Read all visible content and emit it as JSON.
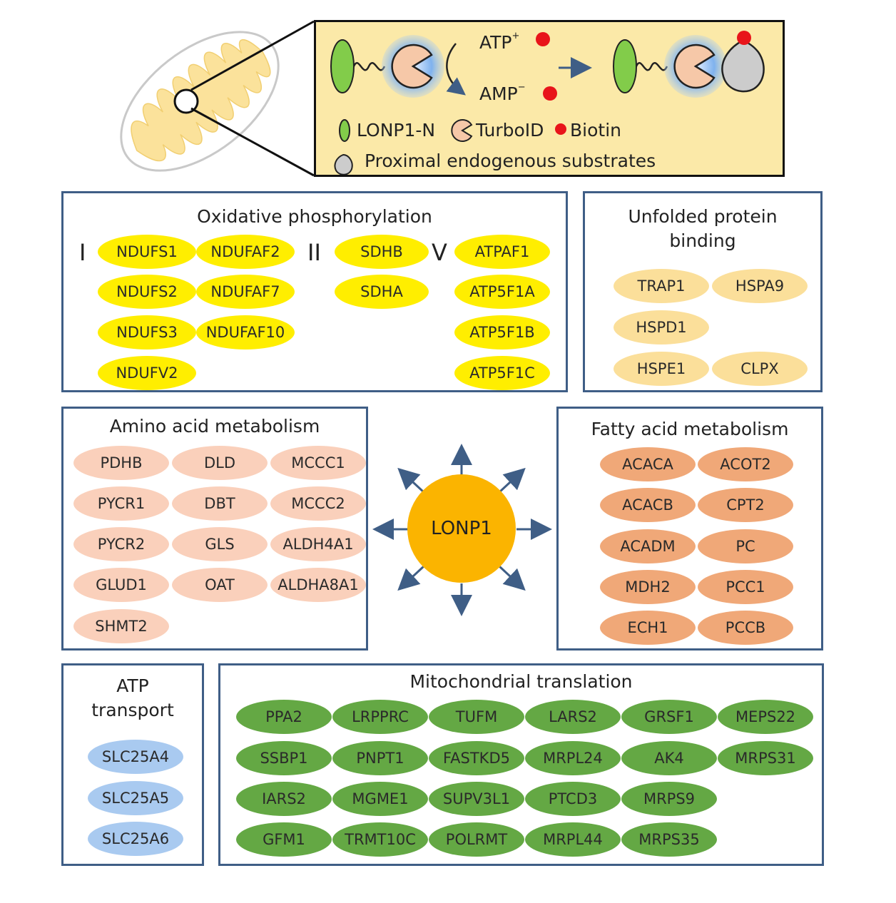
{
  "header": {
    "atp": "ATP",
    "atp_sup": "+",
    "amp": "AMP",
    "amp_sup": "−",
    "legend_lonp1n": "LONP1-N",
    "legend_turboid": "TurboID",
    "legend_biotin": "Biotin",
    "legend_substrates": "Proximal endogenous substrates"
  },
  "center": {
    "label": "LONP1"
  },
  "oxphos": {
    "title": "Oxidative phosphorylation",
    "complex_I": "I",
    "complex_II": "II",
    "complex_V": "V",
    "col1": [
      "NDUFS1",
      "NDUFS2",
      "NDUFS3",
      "NDUFV2"
    ],
    "col2": [
      "NDUFAF2",
      "NDUFAF7",
      "NDUFAF10"
    ],
    "col3": [
      "SDHB",
      "SDHA"
    ],
    "col4": [
      "ATPAF1",
      "ATP5F1A",
      "ATP5F1B",
      "ATP5F1C"
    ]
  },
  "unfolded": {
    "title1": "Unfolded protein",
    "title2": "binding",
    "items": [
      "TRAP1",
      "HSPA9",
      "HSPD1",
      "HSPE1",
      "CLPX"
    ]
  },
  "amino": {
    "title": "Amino acid metabolism",
    "col1": [
      "PDHB",
      "PYCR1",
      "PYCR2",
      "GLUD1",
      "SHMT2"
    ],
    "col2": [
      "DLD",
      "DBT",
      "GLS",
      "OAT"
    ],
    "col3": [
      "MCCC1",
      "MCCC2",
      "ALDH4A1",
      "ALDHA8A1"
    ]
  },
  "fatty": {
    "title": "Fatty acid metabolism",
    "col1": [
      "ACACA",
      "ACACB",
      "ACADM",
      "MDH2",
      "ECH1"
    ],
    "col2": [
      "ACOT2",
      "CPT2",
      "PC",
      "PCC1",
      "PCCB"
    ]
  },
  "atp_transport": {
    "title1": "ATP",
    "title2": "transport",
    "items": [
      "SLC25A4",
      "SLC25A5",
      "SLC25A6"
    ]
  },
  "translation": {
    "title": "Mitochondrial translation",
    "rows": [
      [
        "PPA2",
        "LRPPRC",
        "TUFM",
        "LARS2",
        "GRSF1",
        "MEPS22"
      ],
      [
        "SSBP1",
        "PNPT1",
        "FASTKD5",
        "MRPL24",
        "AK4",
        "MRPS31"
      ],
      [
        "IARS2",
        "MGME1",
        "SUPV3L1",
        "PTCD3",
        "MRPS9"
      ],
      [
        "GFM1",
        "TRMT10C",
        "POLRMT",
        "MRPL44",
        "MRPS35"
      ]
    ]
  },
  "colors": {
    "border": "#3f5e86",
    "oxphos": "#ffee00",
    "unfolded": "#fbdf9a",
    "amino": "#fad0bb",
    "fatty": "#f0a878",
    "translation": "#64a844",
    "atp_transport": "#a9caf0",
    "lonp1": "#fbb400"
  }
}
